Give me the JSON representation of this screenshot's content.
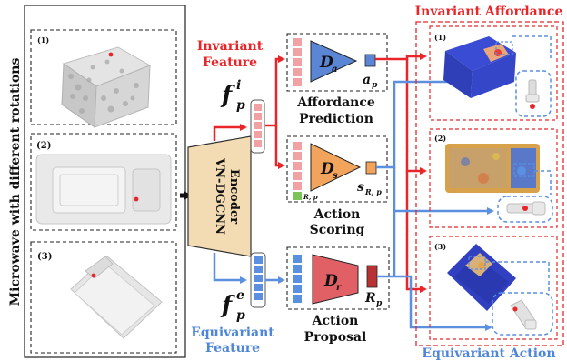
{
  "left_panel": {
    "side_label": "Microwave with different rotations",
    "panels": [
      {
        "index": "(1)"
      },
      {
        "index": "(2)"
      },
      {
        "index": "(3)"
      }
    ]
  },
  "encoder": {
    "line1": "VN-DGCNN",
    "line2": "Encoder"
  },
  "invariant_feature": {
    "line1": "Invariant",
    "line2": "Feature",
    "symbol": "f",
    "sup": "i",
    "sub": "p"
  },
  "equivariant_feature": {
    "line1": "Equivariant",
    "line2": "Feature",
    "symbol": "f",
    "sup": "e",
    "sub": "p"
  },
  "affordance_module": {
    "net_symbol": "D",
    "net_sub": "a",
    "out_symbol": "a",
    "out_sub": "p",
    "caption_line1": "Affordance",
    "caption_line2": "Prediction"
  },
  "scoring_module": {
    "net_symbol": "D",
    "net_sub": "s",
    "out_symbol": "s",
    "out_sub": "R, p",
    "in_sub": "R, p",
    "caption_line1": "Action",
    "caption_line2": "Scoring"
  },
  "proposal_module": {
    "net_symbol": "D",
    "net_sub": "r",
    "out_symbol": "R",
    "out_sub": "p",
    "caption_line1": "Action",
    "caption_line2": "Proposal"
  },
  "right_panel": {
    "top_title": "Invariant Affordance",
    "bottom_title": "Equivariant Action",
    "panels": [
      {
        "index": "(1)"
      },
      {
        "index": "(2)"
      },
      {
        "index": "(3)"
      }
    ]
  },
  "colors": {
    "red": "#e8262a",
    "blue": "#4f86d8",
    "pink": "#f0a2a4",
    "light_blue": "#5b8fe0",
    "encoder_fill": "#f3dcb4",
    "affordance_net": "#5b86d6",
    "scoring_net": "#f2a45c",
    "proposal_net": "#e06066",
    "dark_red": "#b83233",
    "green": "#7cc35a"
  }
}
